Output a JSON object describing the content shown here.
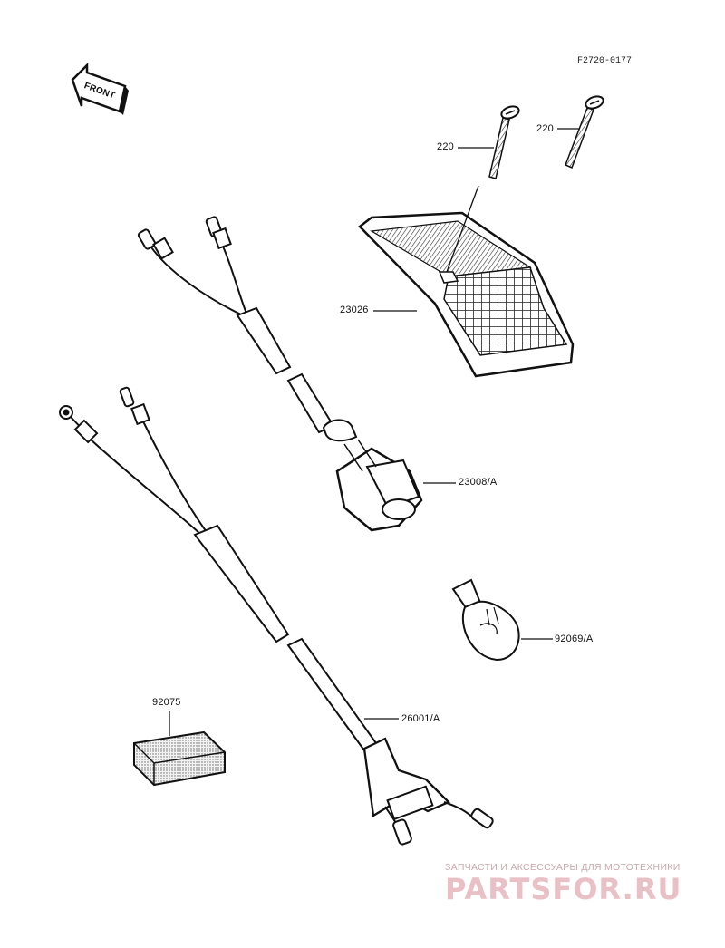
{
  "diagram": {
    "code": "F2720-0177",
    "front_label": "FRONT",
    "parts": [
      {
        "id": "screw-left",
        "number": "220"
      },
      {
        "id": "screw-right",
        "number": "220"
      },
      {
        "id": "lens",
        "number": "23026"
      },
      {
        "id": "socket",
        "number": "23008/A"
      },
      {
        "id": "bulb",
        "number": "92069/A"
      },
      {
        "id": "harness",
        "number": "26001/A"
      },
      {
        "id": "pad",
        "number": "92075"
      }
    ]
  },
  "watermark": {
    "tagline": "ЗАПЧАСТИ И АКСЕССУАРЫ ДЛЯ МОТОТЕХНИКИ",
    "logo": "PARTSFOR.RU"
  }
}
